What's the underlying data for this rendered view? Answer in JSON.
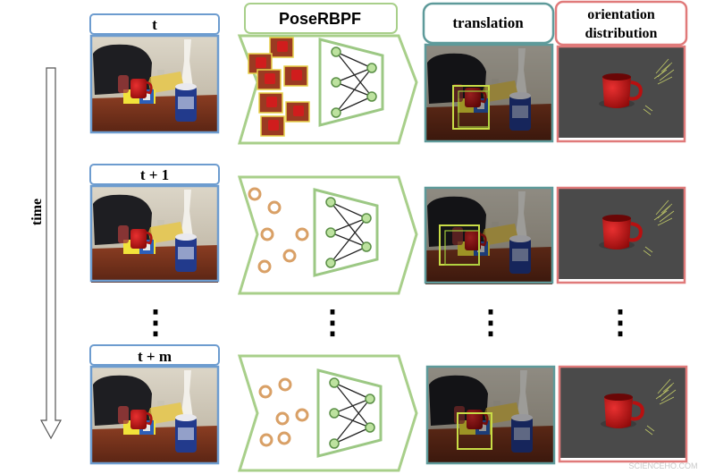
{
  "time_axis": {
    "label": "time"
  },
  "rows": [
    {
      "frame_label": "t"
    },
    {
      "frame_label": "t + 1"
    },
    {
      "frame_label": "t + m"
    }
  ],
  "columns": {
    "pose_filter": "PoseRBPF",
    "translation": "translation",
    "orientation_line1": "orientation",
    "orientation_line2": "distribution"
  },
  "ellipsis": "⋮",
  "watermark": "SCIENCEHO.COM",
  "colors": {
    "frame_blue": "#6d9ccf",
    "filter_green": "#a8cf8a",
    "translation_teal": "#5e9a9a",
    "orientation_red": "#e07a7a",
    "particle_orange": "#d9a066",
    "mug_red": "#c41818",
    "grid_bg": "#4a4a4a"
  }
}
